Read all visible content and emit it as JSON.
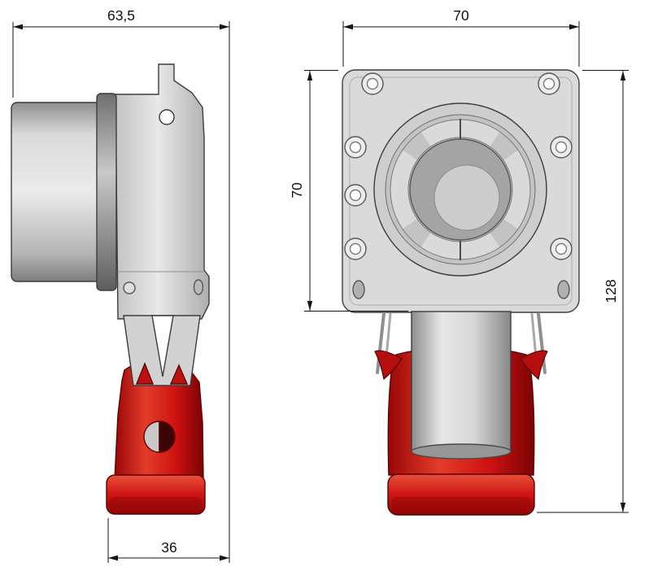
{
  "drawing": {
    "dimensions": {
      "side_overall_width": "63,5",
      "front_flange_width": "70",
      "front_flange_height": "70",
      "front_overall_height": "128",
      "side_base_width": "36"
    },
    "colors": {
      "body_grey": "#d6d6d6",
      "accent_red": "#cc1111",
      "line_black": "#161616"
    }
  }
}
